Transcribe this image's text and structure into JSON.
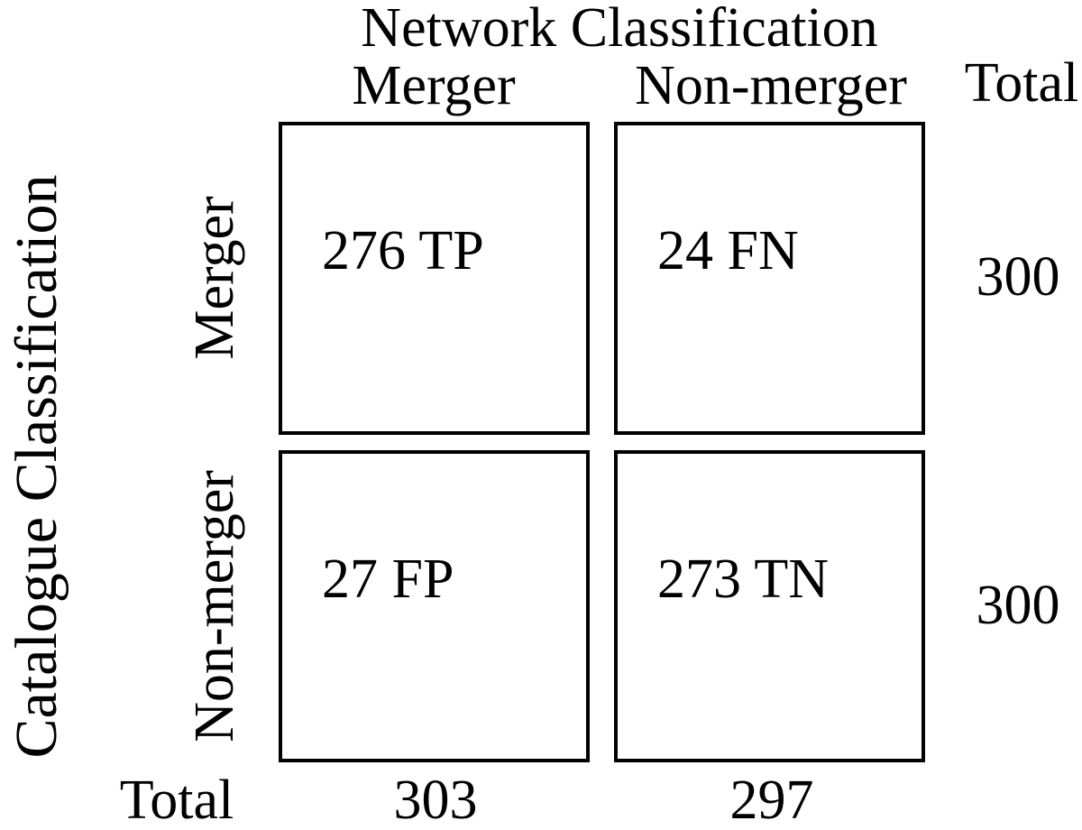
{
  "figure": {
    "title": "Network Classification",
    "left_axis_title": "Catalogue Classification",
    "col_headers": {
      "merger": "Merger",
      "non_merger": "Non-merger",
      "total": "Total"
    },
    "row_labels": {
      "merger": "Merger",
      "non_merger": "Non-merger"
    },
    "cells": {
      "tp": "276 TP",
      "fn": "24 FN",
      "fp": "27 FP",
      "tn": "273 TN"
    },
    "row_totals": {
      "merger": "300",
      "non_merger": "300"
    },
    "bottom": {
      "total_label": "Total",
      "merger_total": "303",
      "non_merger_total": "297"
    },
    "colors": {
      "text": "#000000",
      "border": "#000000",
      "background": "#ffffff"
    }
  },
  "chart_data": {
    "type": "table",
    "title": "Network Classification",
    "row_axis_label": "Catalogue Classification",
    "col_axis_label": "Network Classification",
    "columns": [
      "Merger",
      "Non-merger",
      "Total"
    ],
    "rows": [
      {
        "label": "Merger",
        "values": [
          "276 TP",
          "24 FN",
          "300"
        ]
      },
      {
        "label": "Non-merger",
        "values": [
          "27 FP",
          "273 TN",
          "300"
        ]
      },
      {
        "label": "Total",
        "values": [
          "303",
          "297",
          ""
        ]
      }
    ],
    "confusion_matrix": {
      "TP": 276,
      "FN": 24,
      "FP": 27,
      "TN": 273
    },
    "totals": {
      "catalogue_merger": 300,
      "catalogue_non_merger": 300,
      "network_merger": 303,
      "network_non_merger": 297
    }
  }
}
